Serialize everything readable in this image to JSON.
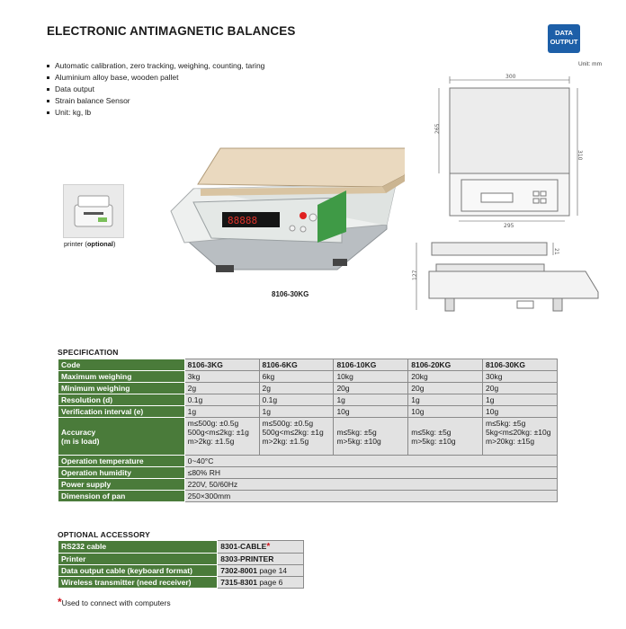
{
  "title": "ELECTRONIC ANTIMAGNETIC BALANCES",
  "badge": {
    "line1": "DATA",
    "line2": "OUTPUT"
  },
  "unit_note": "Unit: mm",
  "features": [
    "Automatic calibration, zero tracking, weighing, counting, taring",
    "Aluminium alloy base, wooden pallet",
    "Data output",
    "Strain balance Sensor",
    "Unit: kg, lb"
  ],
  "printer": {
    "caption_prefix": "printer (",
    "caption_bold": "optional",
    "caption_suffix": ")"
  },
  "scale_model": "8106-30KG",
  "drawing": {
    "top_width": "300",
    "top_depth": "265",
    "top_height": "310",
    "base_width": "295",
    "side_height": "127",
    "pan_thickness": "21"
  },
  "spec": {
    "heading": "SPECIFICATION",
    "header": {
      "label": "Code",
      "codes": [
        "8106-3KG",
        "8106-6KG",
        "8106-10KG",
        "8106-20KG",
        "8106-30KG"
      ]
    },
    "rows": [
      {
        "label": "Maximum weighing",
        "values": [
          "3kg",
          "6kg",
          "10kg",
          "20kg",
          "30kg"
        ]
      },
      {
        "label": "Minimum weighing",
        "values": [
          "2g",
          "2g",
          "20g",
          "20g",
          "20g"
        ]
      },
      {
        "label": "Resolution (d)",
        "values": [
          "0.1g",
          "0.1g",
          "1g",
          "1g",
          "1g"
        ]
      },
      {
        "label": "Verification interval (e)",
        "values": [
          "1g",
          "1g",
          "10g",
          "10g",
          "10g"
        ]
      }
    ],
    "accuracy": {
      "label1": "Accuracy",
      "label2": "(m is load)",
      "values": [
        [
          "m≤500g: ±0.5g",
          "500g<m≤2kg: ±1g",
          "m>2kg: ±1.5g"
        ],
        [
          "m≤500g: ±0.5g",
          "500g<m≤2kg: ±1g",
          "m>2kg: ±1.5g"
        ],
        [
          "m≤5kg: ±5g",
          "m>5kg: ±10g"
        ],
        [
          "m≤5kg: ±5g",
          "m>5kg: ±10g"
        ],
        [
          "m≤5kg: ±5g",
          "5kg<m≤20kg: ±10g",
          "m>20kg: ±15g"
        ]
      ]
    },
    "common": [
      {
        "label": "Operation temperature",
        "value": "0~40°C"
      },
      {
        "label": "Operation humidity",
        "value": "≤80% RH"
      },
      {
        "label": "Power supply",
        "value": "220V, 50/60Hz"
      },
      {
        "label": "Dimension of pan",
        "value": "250×300mm"
      }
    ]
  },
  "accessory": {
    "heading": "OPTIONAL ACCESSORY",
    "rows": [
      {
        "label": "RS232 cable",
        "code": "8301-CABLE",
        "star": "*",
        "page": ""
      },
      {
        "label": "Printer",
        "code": "8303-PRINTER",
        "star": "",
        "page": ""
      },
      {
        "label": "Data output cable (keyboard format)",
        "code": "7302-8001",
        "star": "",
        "page": "page 14"
      },
      {
        "label": "Wireless transmitter (need receiver)",
        "code": "7315-8301",
        "star": "",
        "page": "page 6"
      }
    ]
  },
  "footnote": {
    "star": "*",
    "text": "Used to connect with computers"
  },
  "colors": {
    "green": "#4a7b3a",
    "cell": "#e2e2e2",
    "badge": "#1d5fa8",
    "star": "#d0121b"
  }
}
